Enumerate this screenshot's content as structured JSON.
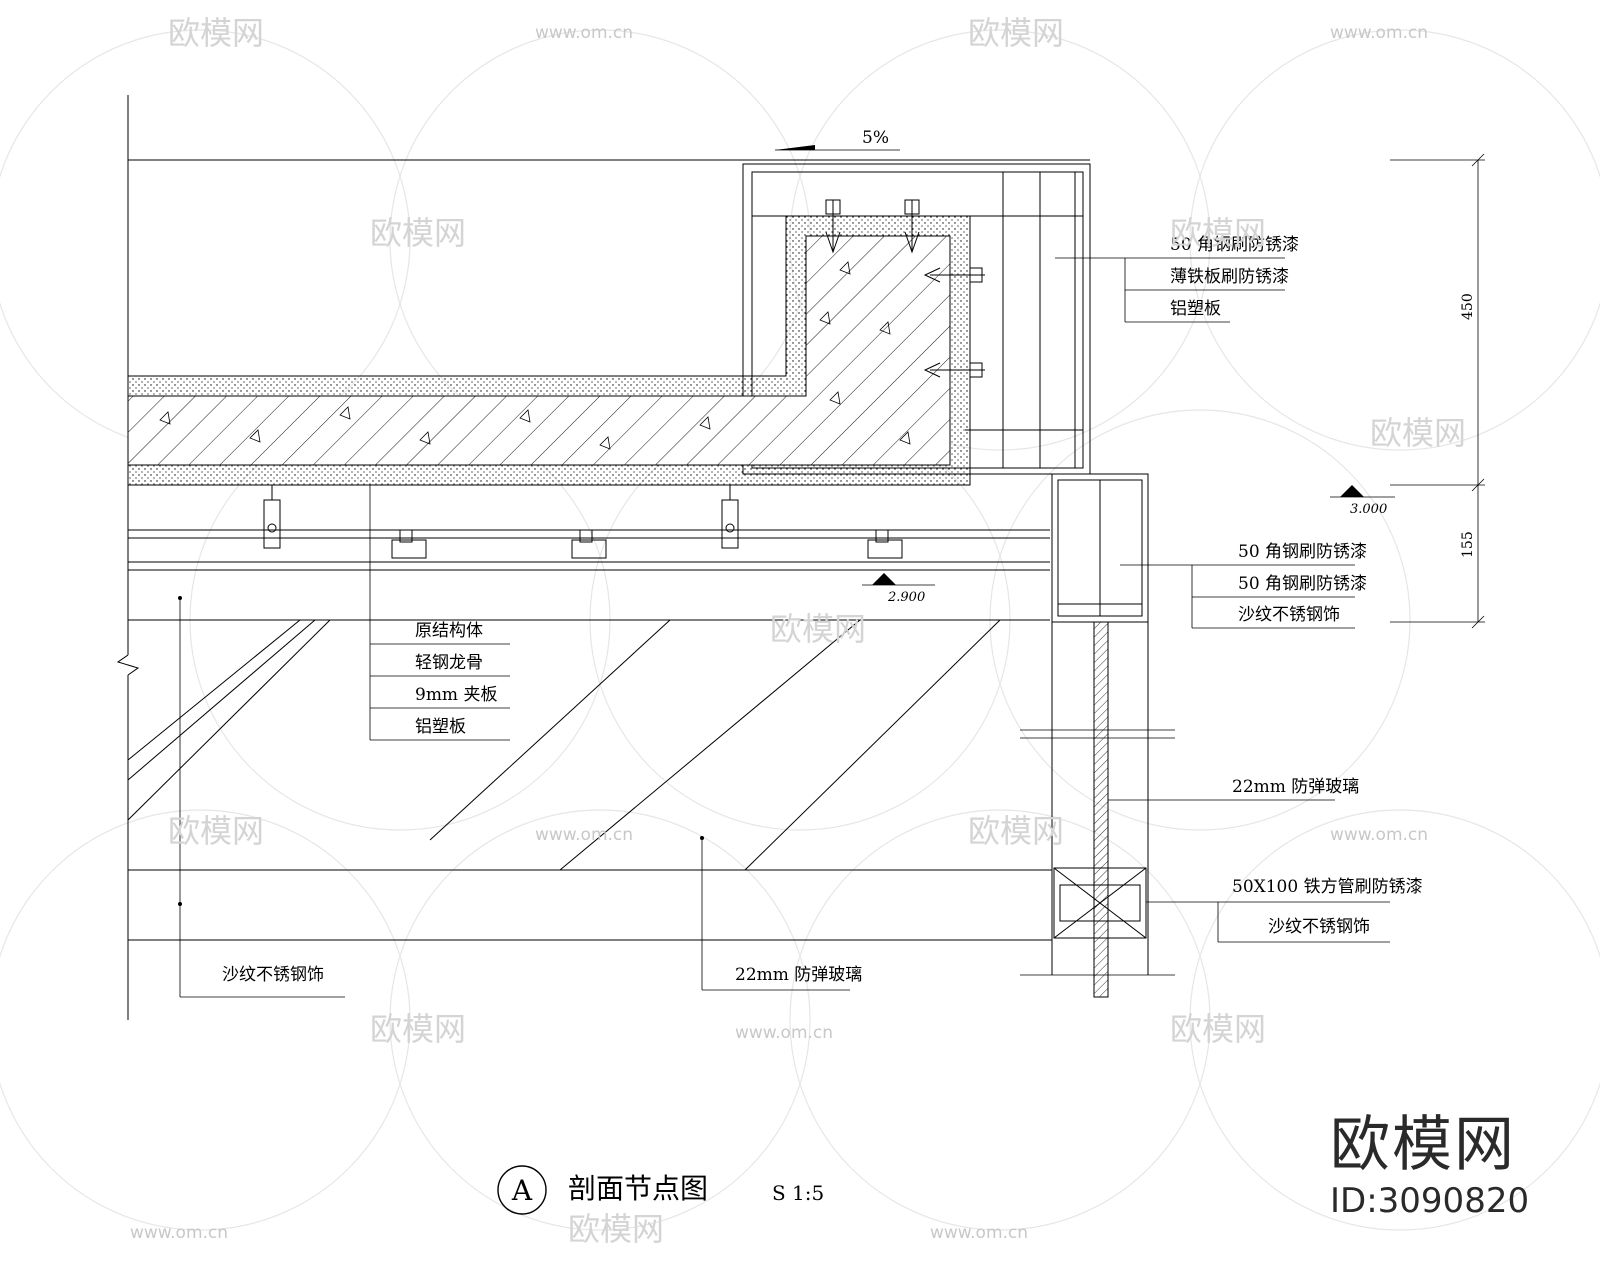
{
  "drawing": {
    "title": "剖面节点图",
    "section_symbol": "A",
    "scale": "S 1:5",
    "slope": "5%",
    "levels": {
      "upper": "3.000",
      "lower": "2.900"
    },
    "dimensions": {
      "upper": "450",
      "lower": "155"
    },
    "callouts": {
      "top_right": [
        "50 角钢刷防锈漆",
        "薄铁板刷防锈漆",
        "铝塑板"
      ],
      "mid_right": [
        "50 角钢刷防锈漆",
        "50 角钢刷防锈漆",
        "沙纹不锈钢饰"
      ],
      "ceiling": [
        "原结构体",
        "轻钢龙骨",
        "9mm 夹板",
        "铝塑板"
      ],
      "glass_right": "22mm 防弹玻璃",
      "tube_right": [
        "50X100 铁方管刷防锈漆",
        "沙纹不锈钢饰"
      ],
      "bottom_left": "沙纹不锈钢饰",
      "bottom_mid": "22mm 防弹玻璃"
    }
  },
  "watermark": {
    "brand_name": "欧模网",
    "brand_id": "ID:3090820",
    "url_text": "www.om.cn"
  }
}
